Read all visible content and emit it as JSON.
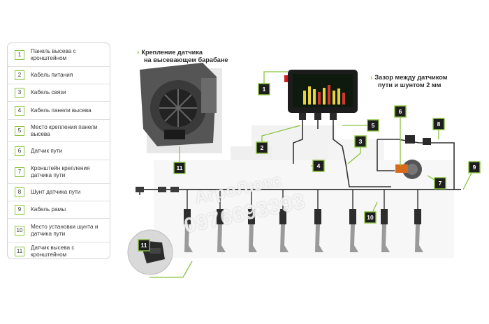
{
  "legend": [
    {
      "num": "1",
      "text": "Панель высева с кронштейном"
    },
    {
      "num": "2",
      "text": "Кабель питания"
    },
    {
      "num": "3",
      "text": "Кабель связи"
    },
    {
      "num": "4",
      "text": "Кабель панели высева"
    },
    {
      "num": "5",
      "text": "Место крепления панели высева"
    },
    {
      "num": "6",
      "text": "Датчик пути"
    },
    {
      "num": "7",
      "text": "Кронштейн крепления датчика пути"
    },
    {
      "num": "8",
      "text": "Шунт датчика пути"
    },
    {
      "num": "9",
      "text": "Кабель рамы"
    },
    {
      "num": "10",
      "text": "Место установки шунта и датчика пути"
    },
    {
      "num": "11",
      "text": "Датчик высева с кронштейном"
    }
  ],
  "headings": {
    "drum": [
      "Крепление датчика",
      "на высевающем барабане"
    ],
    "gap": [
      "Зазор между датчиком",
      "пути и шунтом 2 мм"
    ]
  },
  "watermark": {
    "name": "АгроЛюкс",
    "phone": "0976693393"
  },
  "callouts": [
    "1",
    "2",
    "3",
    "4",
    "5",
    "6",
    "7",
    "8",
    "9",
    "10",
    "11",
    "11"
  ],
  "colors": {
    "accent": "#8ac43f",
    "callout_fill": "#1e1e1e",
    "cable": "#333333",
    "panel_body": "#1c1c1c"
  }
}
